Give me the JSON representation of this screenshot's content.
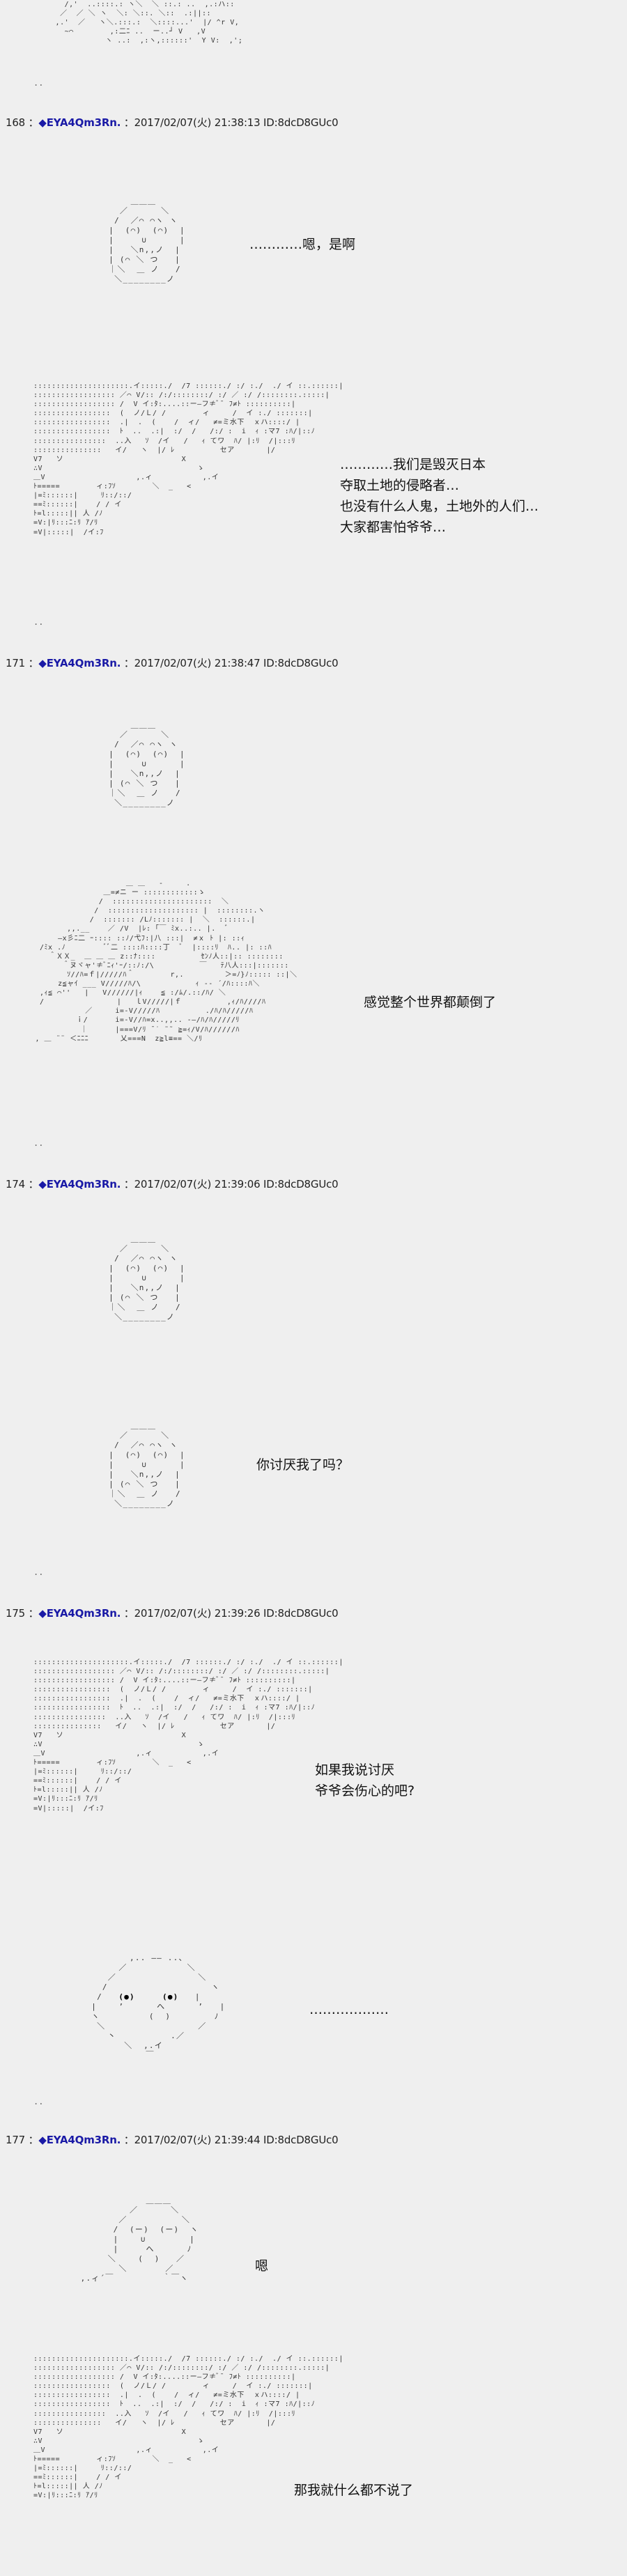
{
  "posts": [
    {
      "number": "168",
      "name": "EYA4Qm3Rn.",
      "meta": "2017/02/07(火) 21:38:13 ID:8dcD8GUc0",
      "dialog_1": "…………嗯，是啊",
      "dialog_2": "…………我们是毁灭日本\n夺取土地的侵略者…\n也没有什么人鬼，土地外的人们…\n大家都害怕爷爷…"
    },
    {
      "number": "171",
      "name": "EYA4Qm3Rn.",
      "meta": "2017/02/07(火) 21:38:47 ID:8dcD8GUc0",
      "dialog_1": "感觉整个世界都颠倒了"
    },
    {
      "number": "174",
      "name": "EYA4Qm3Rn.",
      "meta": "2017/02/07(火) 21:39:06 ID:8dcD8GUc0",
      "dialog_1": "你讨厌我了吗？"
    },
    {
      "number": "175",
      "name": "EYA4Qm3Rn.",
      "meta": "2017/02/07(火) 21:39:26 ID:8dcD8GUc0",
      "dialog_1": "如果我说讨厌\n爷爷会伤心的吧?",
      "dialog_2": "………………"
    },
    {
      "number": "177",
      "name": "EYA4Qm3Rn.",
      "meta": "2017/02/07(火) 21:39:44 ID:8dcD8GUc0",
      "dialog_1": "嗯",
      "dialog_2": "那我就什么都不说了"
    }
  ],
  "separators": {
    "dots": ".."
  },
  "colors": {
    "background": "#efefef",
    "name_color": "#1a1aa6",
    "text": "#111111"
  }
}
